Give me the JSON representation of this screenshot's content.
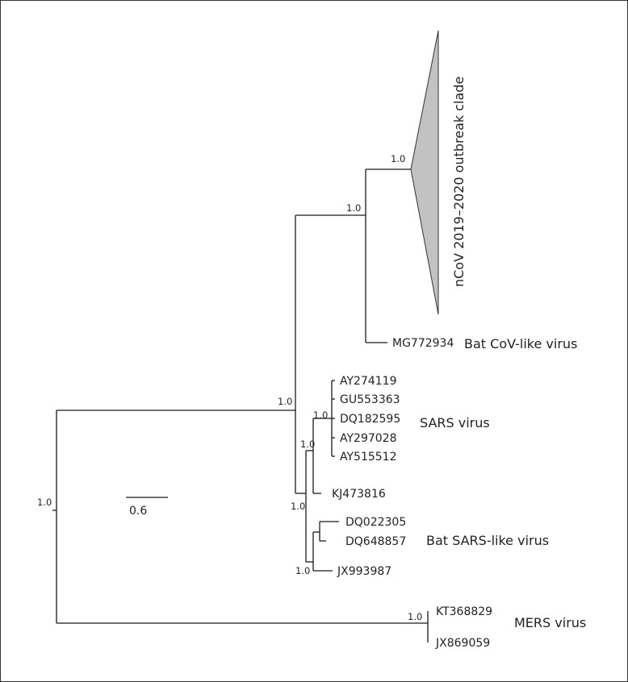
{
  "tree": {
    "support": {
      "root": "1.0",
      "ingroup": "1.0",
      "ncov_lineage": "1.0",
      "ncov_clade": "1.0",
      "sars_lineage": "1.0",
      "sars_cluster": "1.0",
      "sars_virus": "1.0",
      "bat_sars": "1.0",
      "mers": "1.0"
    },
    "tips": {
      "mg772934": "MG772934",
      "ay274119": "AY274119",
      "gu553363": "GU553363",
      "dq182595": "DQ182595",
      "ay297028": "AY297028",
      "ay515512": "AY515512",
      "kj473816": "KJ473816",
      "dq022305": "DQ022305",
      "dq648857": "DQ648857",
      "jx993987": "JX993987",
      "kt368829": "KT368829",
      "jx869059": "JX869059"
    },
    "groups": {
      "ncov": "nCoV 2019–2020 outbreak clade",
      "bat_cov": "Bat CoV-like virus",
      "sars": "SARS virus",
      "bat_sars": "Bat SARS-like virus",
      "mers": "MERS virus"
    },
    "scale_bar": "0.6",
    "colors": {
      "branch": "#1a1a1a",
      "clade_fill": "#c2c2c2"
    }
  }
}
